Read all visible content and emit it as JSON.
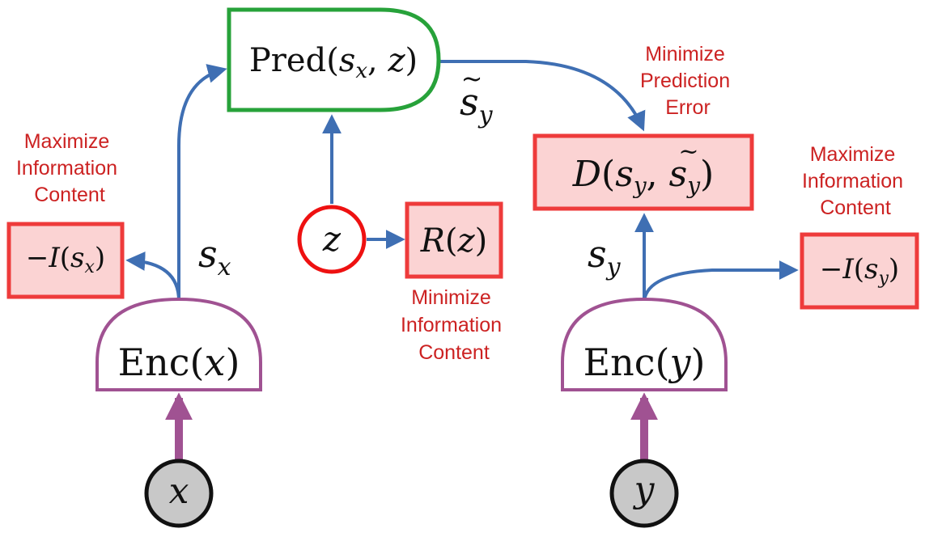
{
  "colors": {
    "arrow": "#3f6fb3",
    "input_arrow": "#a05292",
    "encoder_stroke": "#a05292",
    "predictor_stroke": "#27a23a",
    "loss_stroke": "#ee3b3b",
    "loss_fill": "#fbd3d3",
    "latent_stroke": "#ee1111",
    "input_node_fill": "#c8c8c8",
    "note_text": "#cc2222"
  },
  "nodes": {
    "x_input": {
      "var": "x",
      "icon": "circle"
    },
    "y_input": {
      "var": "y",
      "icon": "circle"
    },
    "z_latent": {
      "var": "z",
      "icon": "circle"
    },
    "enc_x": {
      "func": "Enc",
      "arg": "x"
    },
    "enc_y": {
      "func": "Enc",
      "arg": "y"
    },
    "predictor": {
      "func": "Pred",
      "arg1": "s",
      "arg1_sub": "x",
      "arg2": "z"
    },
    "loss_i_sx": {
      "text": "−I",
      "var": "s",
      "sub": "x"
    },
    "loss_i_sy": {
      "text": "−I",
      "var": "s",
      "sub": "y"
    },
    "loss_r_z": {
      "func": "R",
      "arg": "z"
    },
    "loss_d": {
      "func": "D",
      "arg1": "s",
      "arg1_sub": "y",
      "arg2": "s",
      "arg2_sub": "y",
      "arg2_accent": "~"
    }
  },
  "edge_labels": {
    "s_x": {
      "var": "s",
      "sub": "x"
    },
    "s_y": {
      "var": "s",
      "sub": "y"
    },
    "s_tilde_y": {
      "accent": "~",
      "var": "s",
      "sub": "y"
    }
  },
  "annotations": {
    "left_info": [
      "Maximize",
      "Information",
      "Content"
    ],
    "right_info": [
      "Maximize",
      "Information",
      "Content"
    ],
    "latent_info": [
      "Minimize",
      "Information",
      "Content"
    ],
    "prediction": [
      "Minimize",
      "Prediction",
      "Error"
    ]
  }
}
